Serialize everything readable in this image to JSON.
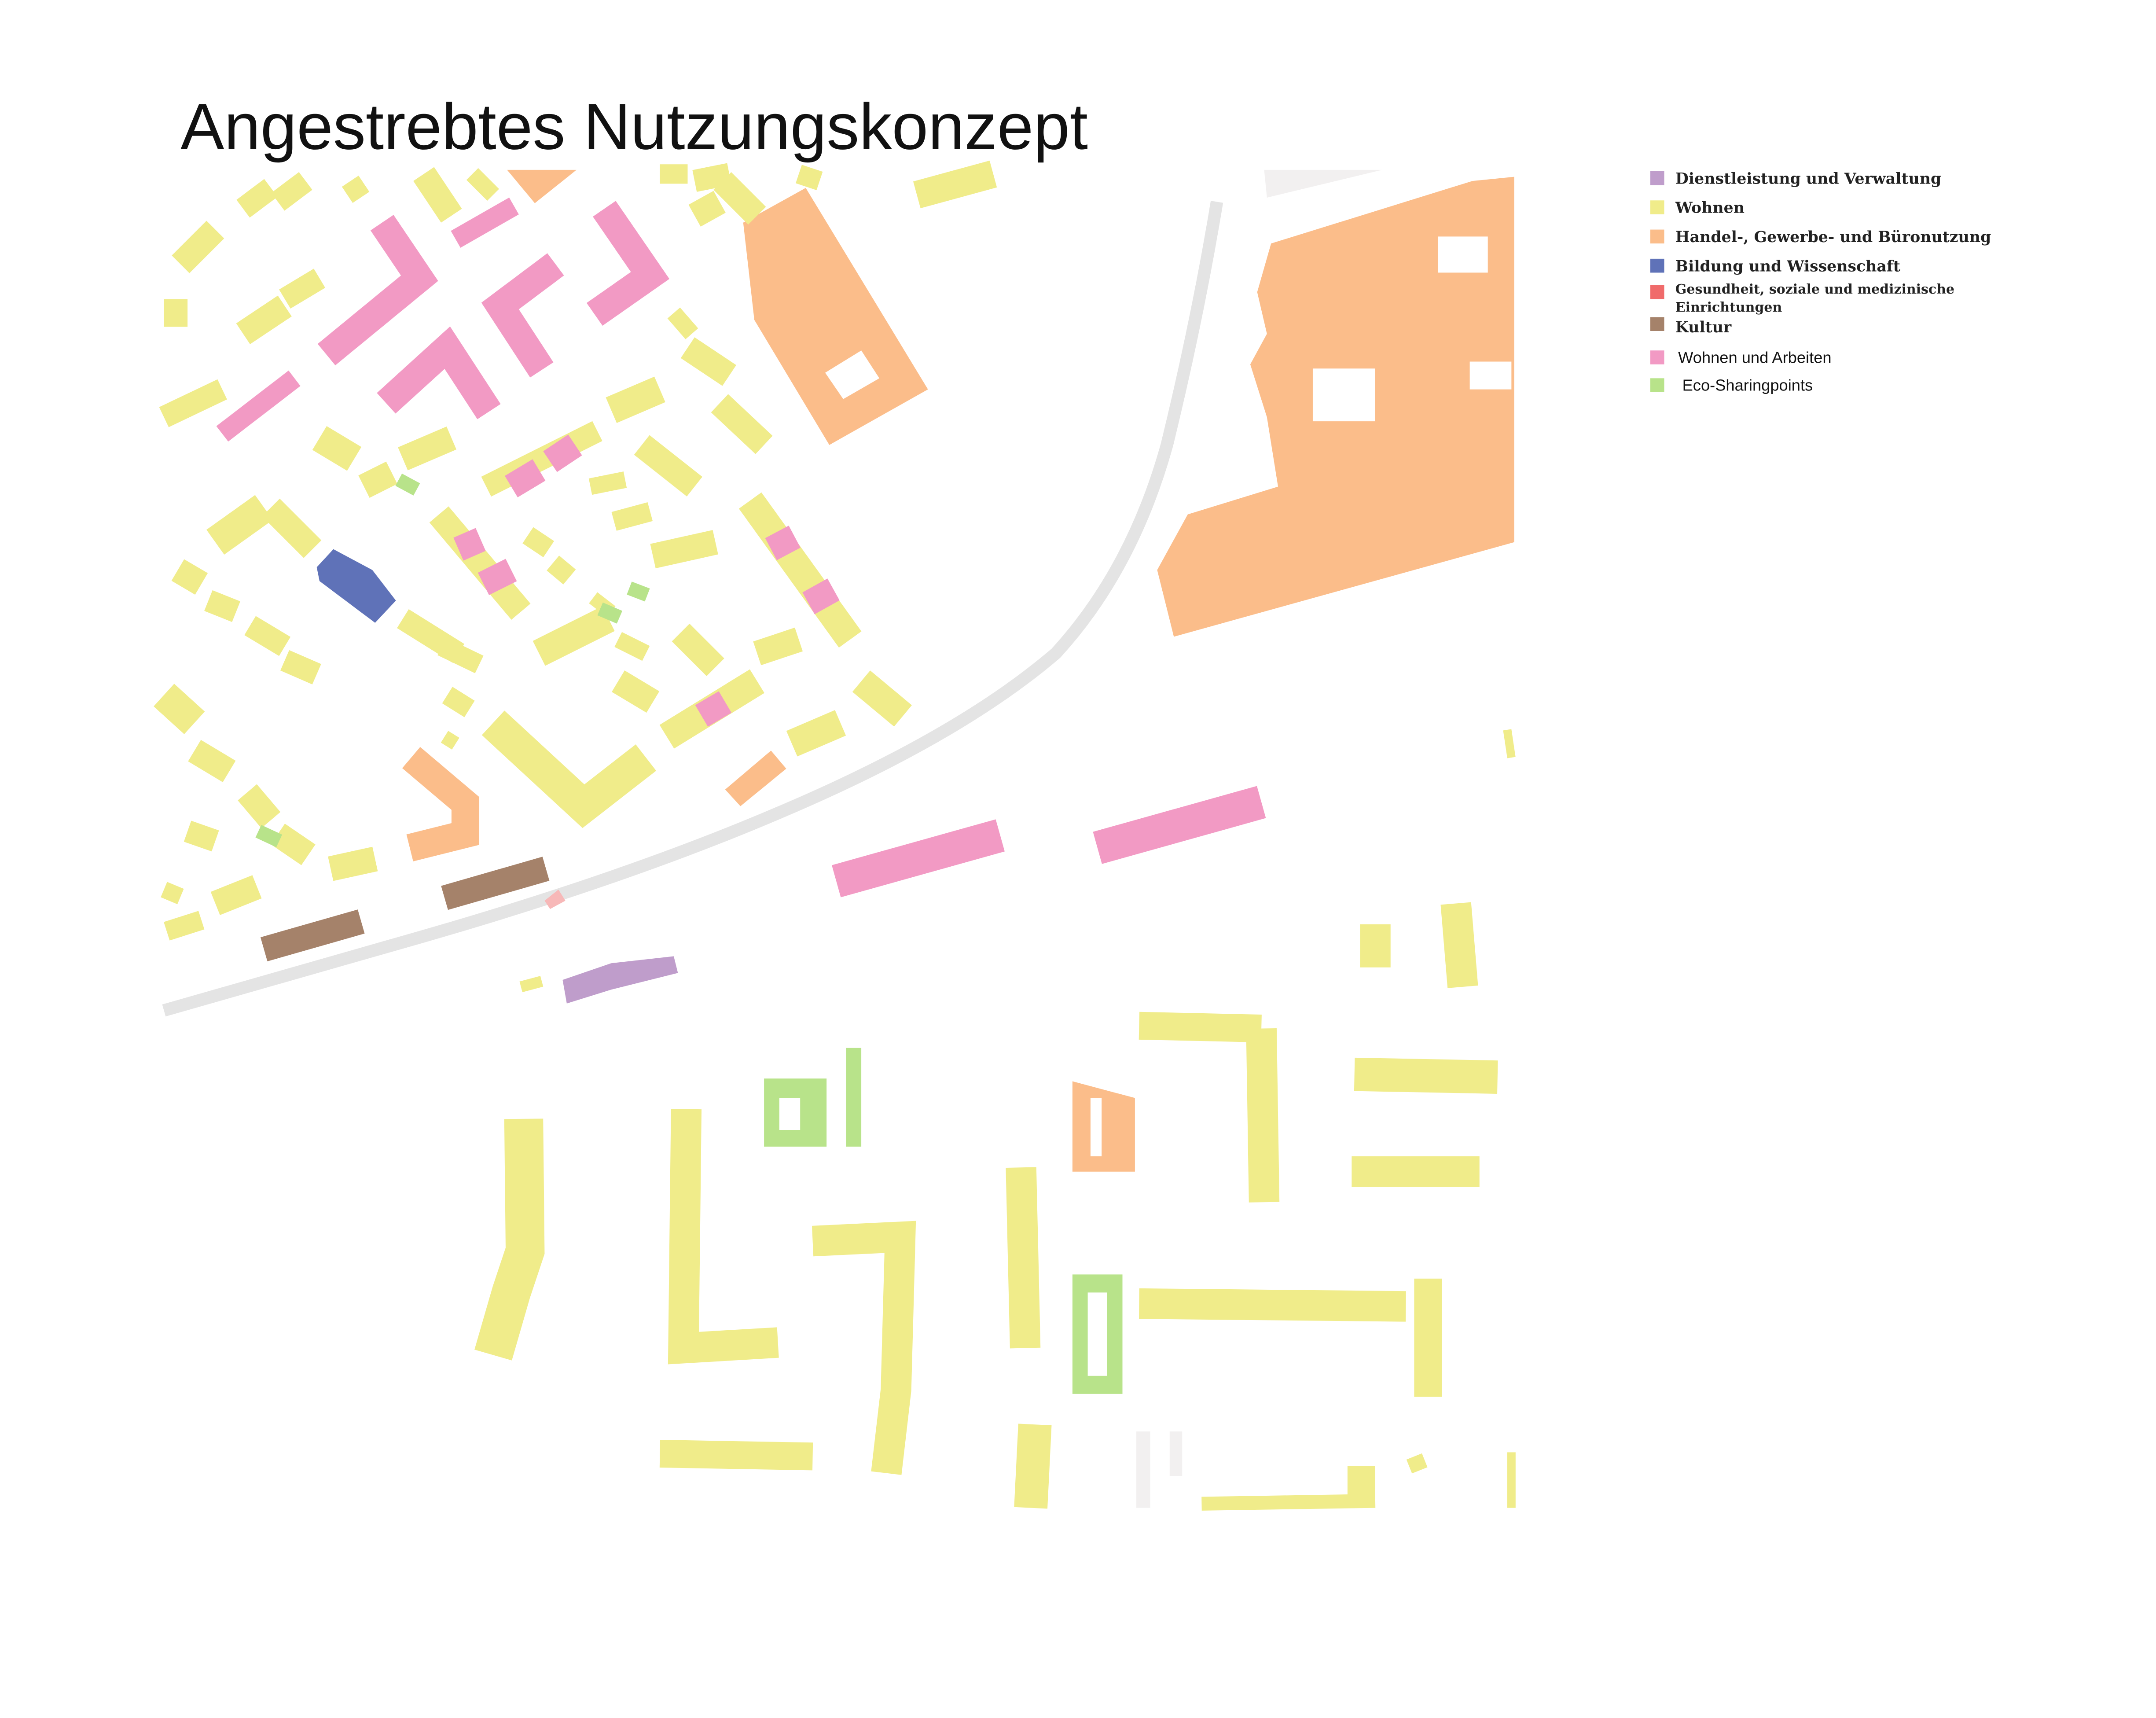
{
  "title": "Angestrebtes  Nutzungskonzept",
  "colors": {
    "dienstleistung": "#bf9dcb",
    "wohnen": "#f0ec8a",
    "handel": "#fbbd8a",
    "bildung": "#5f72b8",
    "gesundheit": "#f06b6b",
    "kultur": "#a5826a",
    "wohnen_arbeiten": "#f29ac4",
    "eco": "#b8e38a",
    "rail": "#e4e4e4",
    "other": "#f2f0f0"
  },
  "legend": [
    {
      "key": "dienstleistung",
      "label": "Dienstleistung und Verwaltung"
    },
    {
      "key": "wohnen",
      "label": "Wohnen"
    },
    {
      "key": "handel",
      "label": "Handel-, Gewerbe- und Büronutzung"
    },
    {
      "key": "bildung",
      "label": "Bildung und Wissenschaft"
    },
    {
      "key": "gesundheit",
      "label": "Gesundheit, soziale und medizinische",
      "label2": "Einrichtungen"
    },
    {
      "key": "kultur",
      "label": "Kultur"
    },
    {
      "key": "wohnen_arbeiten",
      "label": "Wohnen und Arbeiten"
    },
    {
      "key": "eco",
      "label": "Eco-Sharingpoints"
    }
  ]
}
